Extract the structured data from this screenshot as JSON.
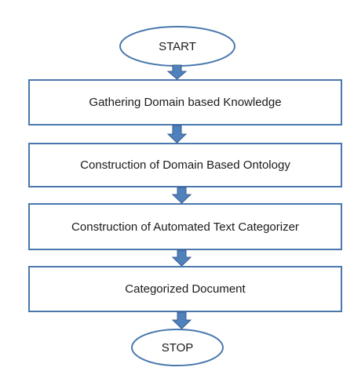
{
  "start": {
    "label": "START"
  },
  "steps": [
    {
      "label": "Gathering Domain based Knowledge"
    },
    {
      "label": "Construction of Domain Based Ontology"
    },
    {
      "label": "Construction of Automated Text Categorizer"
    },
    {
      "label": "Categorized Document"
    }
  ],
  "stop": {
    "label": "STOP"
  },
  "colors": {
    "outline": "#4a78ae",
    "arrow_fill": "#4f81bd",
    "arrow_stroke": "#385d8a",
    "shape_fill": "#ffffff",
    "text": "#1a1a1a"
  }
}
